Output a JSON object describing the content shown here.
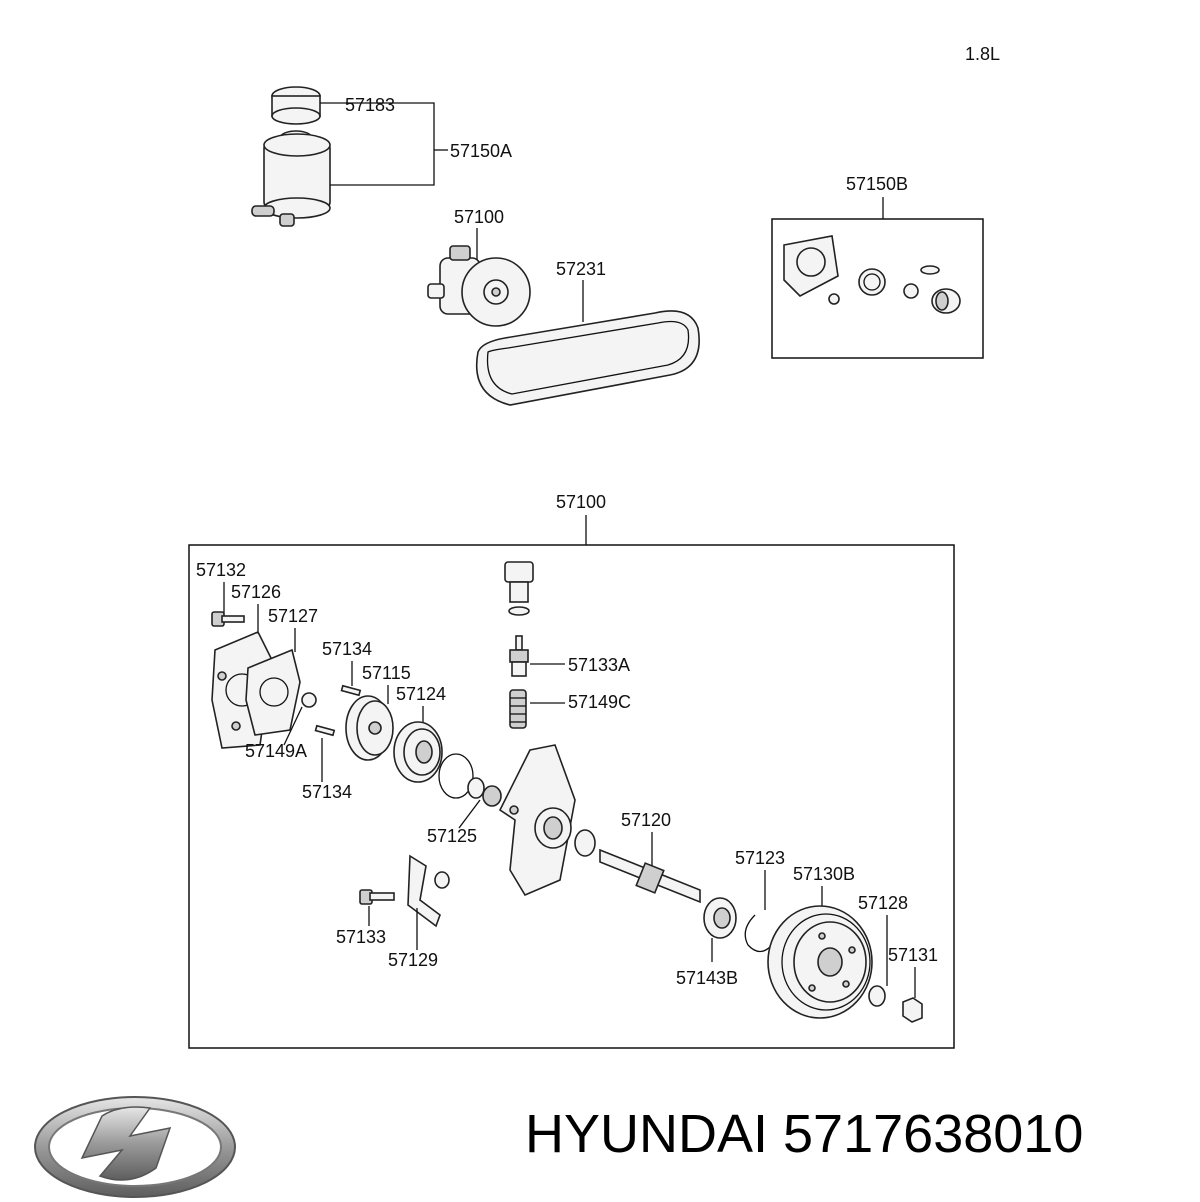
{
  "diagram": {
    "engine_label": "1.8L",
    "parts": {
      "cap": "57183",
      "reservoir": "57150A",
      "pump_assembly": "57100",
      "belt": "57231",
      "kit": "57150B",
      "pump_box": "57100",
      "bolt_57132": "57132",
      "cover_57126": "57126",
      "gasket_57127": "57127",
      "pin_upper": "57134",
      "rotor_57115": "57115",
      "cam_ring_57124": "57124",
      "oring_57149A": "57149A",
      "pin_lower": "57134",
      "oring_57125": "57125",
      "valve_57133A": "57133A",
      "spring_57149C": "57149C",
      "shaft_57120": "57120",
      "bolt_57133": "57133",
      "bracket_57129": "57129",
      "snapring_57123": "57123",
      "pulley_57130B": "57130B",
      "bearing_57143B": "57143B",
      "washer_57128": "57128",
      "nut_57131": "57131"
    }
  },
  "footer": {
    "brand_logo_icon": "hyundai-logo-icon",
    "caption": "HYUNDAI 5717638010"
  }
}
